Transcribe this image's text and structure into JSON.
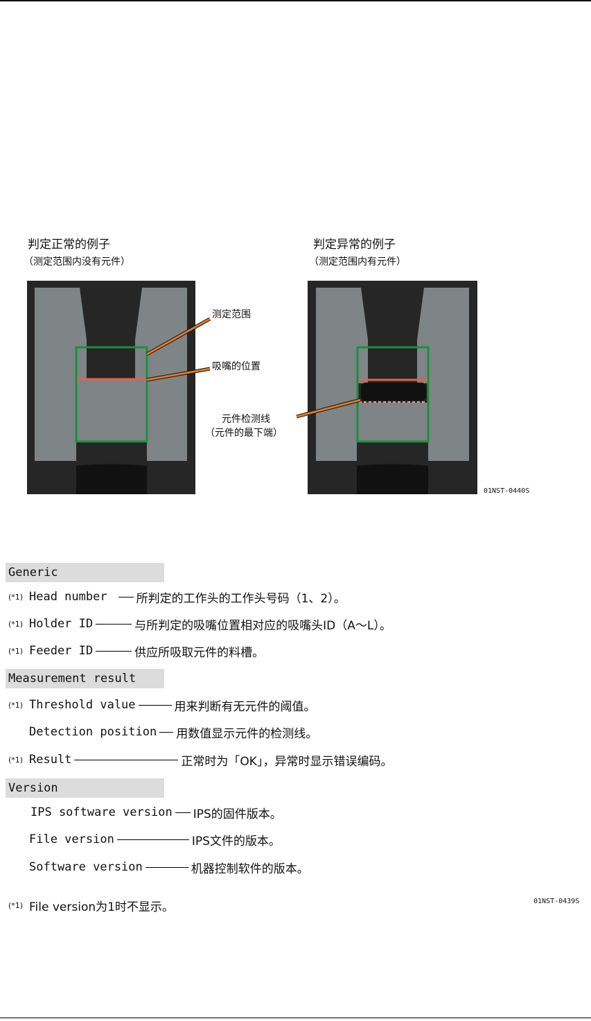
{
  "figure": {
    "normal_title": "判定正常的例子",
    "normal_subtitle": "（测定范围内没有元件）",
    "abnormal_title": "判定异常的例子",
    "abnormal_subtitle": "（测定范围内有元件）",
    "callout_range": "测定范围",
    "callout_nozzle": "吸嘴的位置",
    "callout_detect_1": "元件检测线",
    "callout_detect_2": "（元件的最下端）",
    "code": "01NST-0440S"
  },
  "sections": {
    "generic": "Generic",
    "measurement": "Measurement result",
    "version": "Version"
  },
  "mark": "(*1)",
  "rows": {
    "head": {
      "label": "Head number",
      "desc": "所判定的工作头的工作头号码（1、2）。"
    },
    "holder": {
      "label": "Holder ID",
      "desc": "与所判定的吸嘴位置相对应的吸嘴头ID（A～L）。"
    },
    "feeder": {
      "label": "Feeder ID",
      "desc": "供应所吸取元件的料槽。"
    },
    "threshold": {
      "label": "Threshold value",
      "desc": "用来判断有无元件的阈值。"
    },
    "detection": {
      "label": "Detection position",
      "desc": "用数值显示元件的检测线。"
    },
    "result": {
      "label": "Result",
      "desc": "正常时为「OK」，异常时显示错误编码。"
    },
    "ips": {
      "label": "IPS software version",
      "desc": "IPS的固件版本。"
    },
    "file": {
      "label": "File version",
      "desc": "IPS文件的版本。"
    },
    "software": {
      "label": "Software version",
      "desc": "机器控制软件的版本。"
    }
  },
  "footnote": {
    "mark": "(*1)",
    "text": "File version为1时不显示。"
  },
  "code2": "01NST-0439S",
  "colors": {
    "frame": "#262626",
    "gray": "#7f8487",
    "green": "#1c8f3c",
    "red": "#e8604a",
    "orange": "#e07a26",
    "section_bg": "#dcdcdc"
  }
}
